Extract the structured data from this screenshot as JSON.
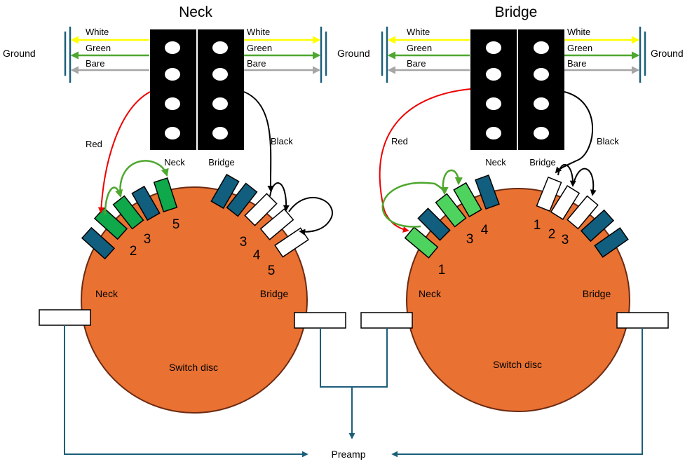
{
  "colors": {
    "disc": "#E97132",
    "disc_stroke": "#6B2A12",
    "teal": "#125E7E",
    "green_dark": "#0FA84A",
    "green_light": "#4ED45E",
    "white_wire": "#FFFF00",
    "green_wire": "#4EA72E",
    "bare_wire": "#A6A6A6",
    "red_wire": "#EE0000",
    "black": "#000000",
    "blue_line": "#1B5E7A"
  },
  "left": {
    "title": "Neck",
    "ground": "Ground",
    "wires": [
      "White",
      "Green",
      "Bare"
    ],
    "coil_labels": [
      "Neck",
      "Bridge"
    ],
    "red": "Red",
    "black": "Black",
    "contacts_left": [
      "2",
      "3",
      "5"
    ],
    "contacts_right": [
      "3",
      "4",
      "5"
    ],
    "disc_labels": [
      "Neck",
      "Bridge"
    ],
    "disc_name": "Switch disc"
  },
  "right": {
    "title": "Bridge",
    "ground": "Ground",
    "wires": [
      "White",
      "Green",
      "Bare"
    ],
    "coil_labels": [
      "Neck",
      "Bridge"
    ],
    "red": "Red",
    "black": "Black",
    "contacts_left": [
      "1",
      "3",
      "4"
    ],
    "contacts_right": [
      "1",
      "2",
      "3"
    ],
    "disc_labels": [
      "Neck",
      "Bridge"
    ],
    "disc_name": "Switch disc"
  },
  "output": "Preamp"
}
